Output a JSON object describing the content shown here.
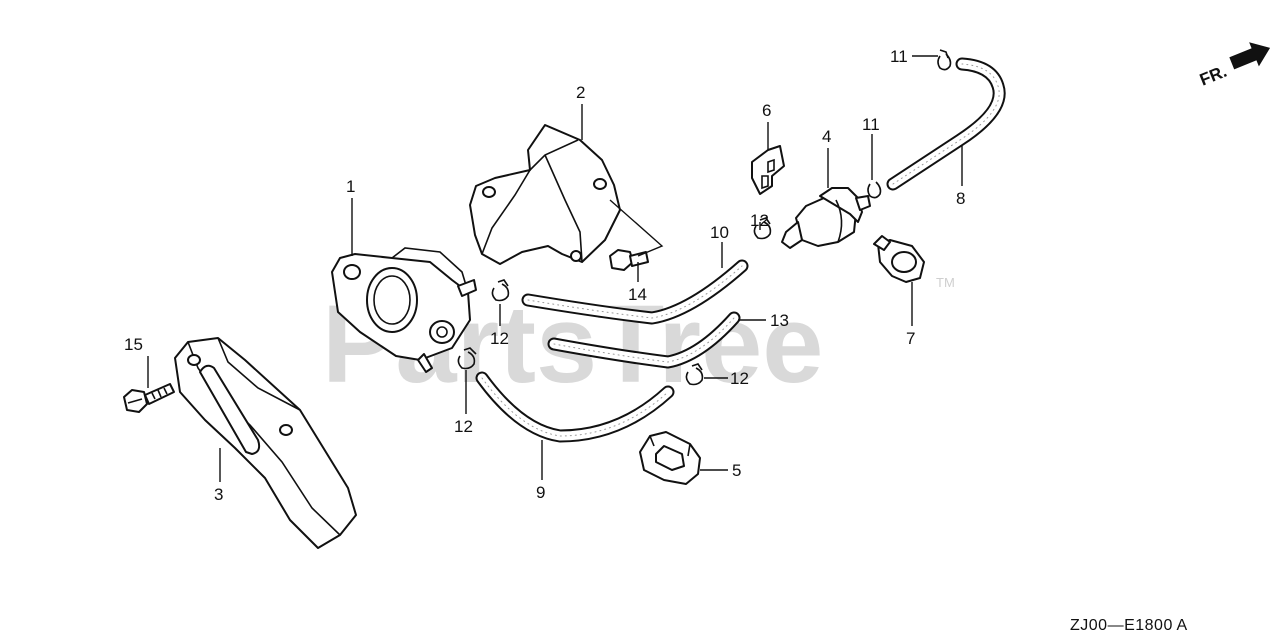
{
  "watermark": {
    "text": "PartsTree",
    "tm": "TM"
  },
  "direction_marker": {
    "label": "FR."
  },
  "diagram_code": "ZJ00—E1800 A",
  "callouts": {
    "c1": "1",
    "c2": "2",
    "c3": "3",
    "c4": "4",
    "c5": "5",
    "c6": "6",
    "c7": "7",
    "c8": "8",
    "c9": "9",
    "c10": "10",
    "c11a": "11",
    "c11b": "11",
    "c12a": "12",
    "c12b": "12",
    "c12c": "12",
    "c12d": "12",
    "c13": "13",
    "c14": "14",
    "c15": "15"
  }
}
